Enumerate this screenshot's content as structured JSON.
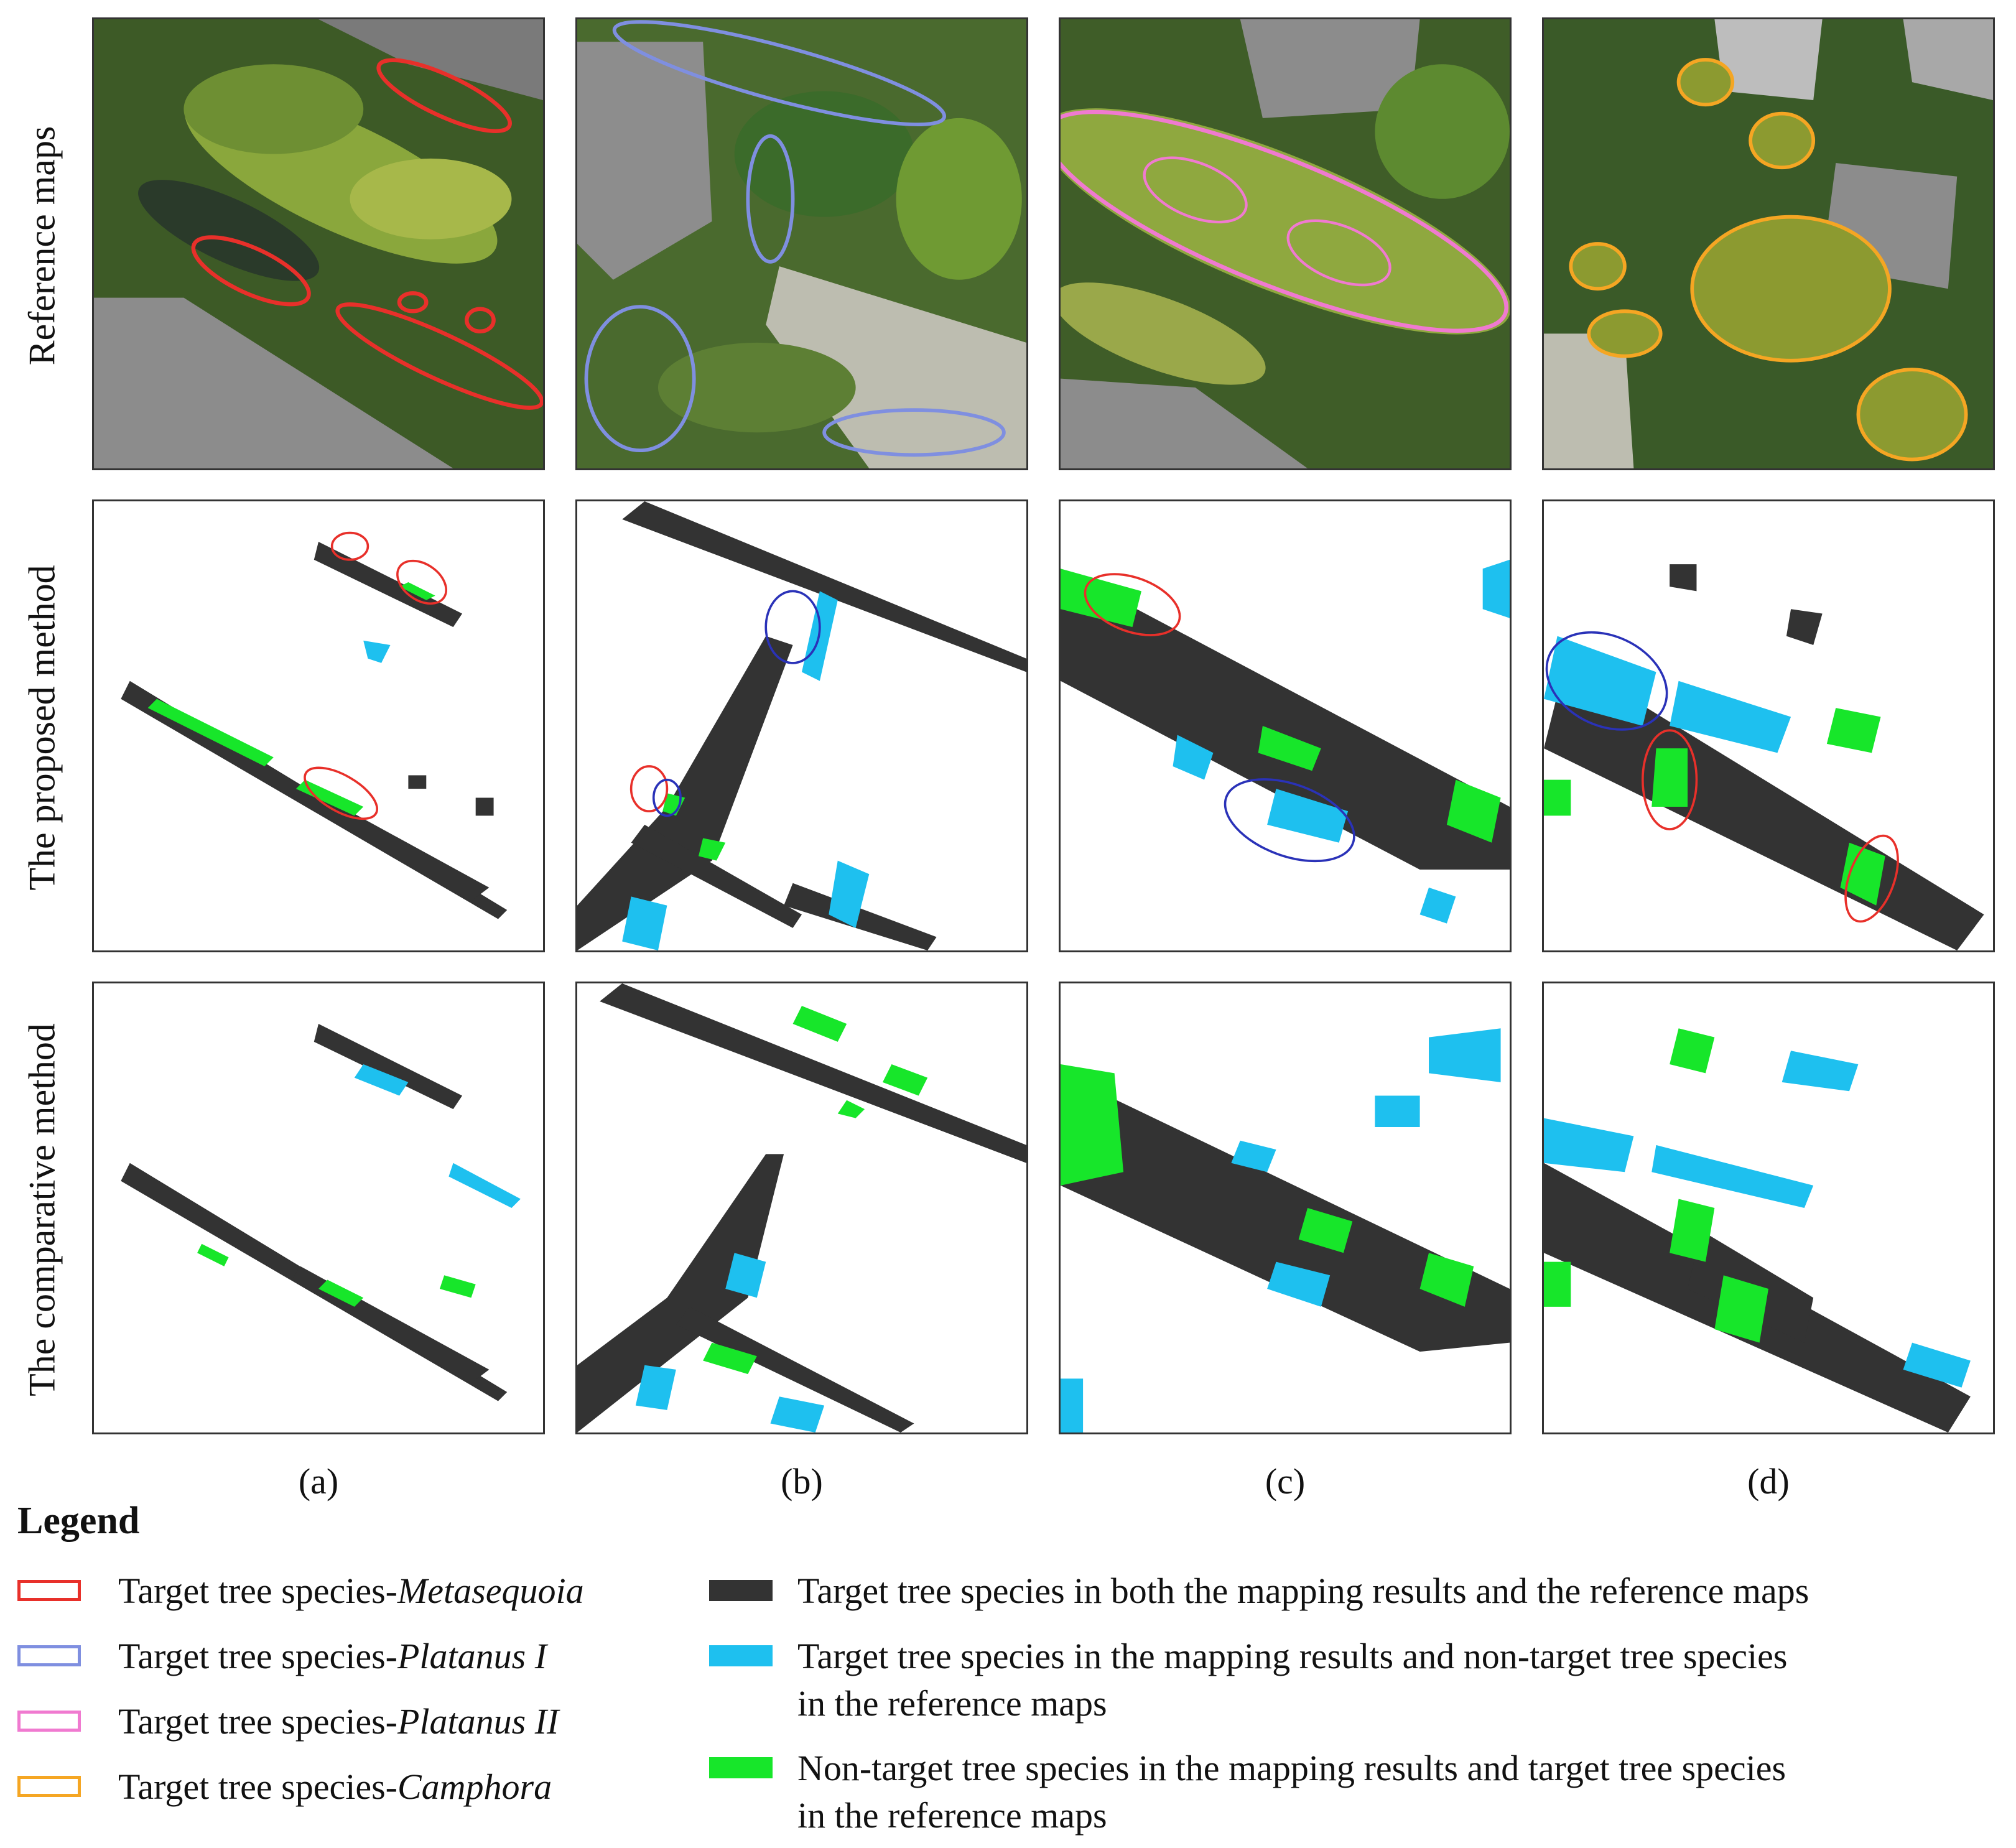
{
  "row_labels": [
    "Reference maps",
    "The proposed method",
    "The comparative method"
  ],
  "column_labels": [
    "(a)",
    "(b)",
    "(c)",
    "(d)"
  ],
  "legend": {
    "title": "Legend",
    "outline_items": [
      {
        "prefix": "Target tree species-",
        "species": "Metasequoia",
        "color": "#e8302a"
      },
      {
        "prefix": "Target tree species-",
        "species": "Platanus I",
        "color": "#7f8fe0"
      },
      {
        "prefix": "Target tree species-",
        "species": "Platanus II",
        "color": "#f07ad0"
      },
      {
        "prefix": "Target tree species-",
        "species": "Camphora",
        "color": "#f5a623"
      }
    ],
    "fill_items": [
      {
        "line1": "Target tree species in both the mapping results and the reference maps",
        "line2": "",
        "color": "#333333"
      },
      {
        "line1": "Target tree species in the mapping results and non-target tree species",
        "line2": "in the reference maps",
        "color": "#1ec0ef"
      },
      {
        "line1": "Non-target tree species in the mapping results and target tree species",
        "line2": "in the reference maps",
        "color": "#17e62a"
      }
    ]
  },
  "colors": {
    "both": "#333333",
    "commission": "#1ec0ef",
    "omission": "#17e62a",
    "red_ellipse": "#e8302a",
    "blue_ellipse": "#2a32b8",
    "canopy": "#4f7a2a",
    "canopy_light": "#8aa73c",
    "roof": "#8c8c8c",
    "ground": "#2e3a2a"
  }
}
